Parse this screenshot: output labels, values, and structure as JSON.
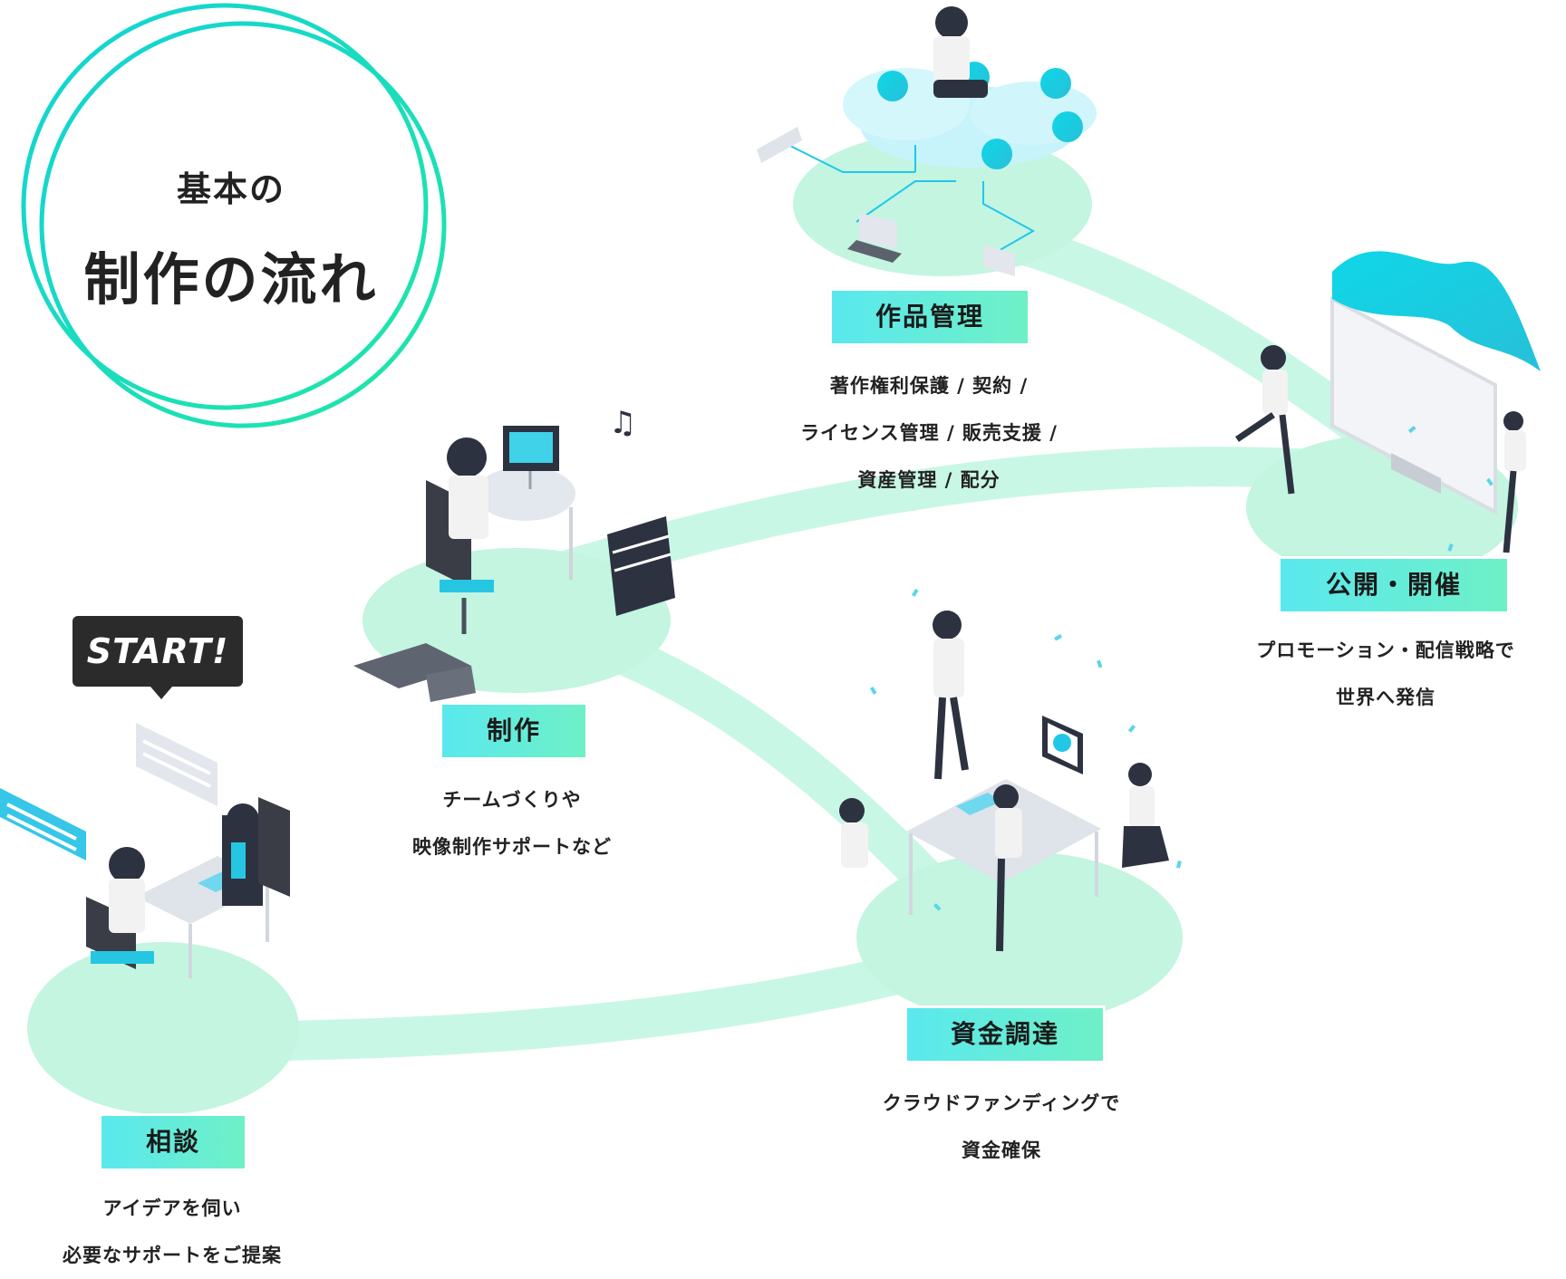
{
  "title": {
    "sub": "基本の",
    "main": "制作の流れ"
  },
  "start_badge": "START!",
  "steps": [
    {
      "id": "consult",
      "label": "相談",
      "desc": [
        "アイデアを伺い",
        "必要なサポートをご提案"
      ]
    },
    {
      "id": "production",
      "label": "制作",
      "desc": [
        "チームづくりや",
        "映像制作サポートなど"
      ]
    },
    {
      "id": "management",
      "label": "作品管理",
      "desc": [
        "著作権利保護 / 契約 /",
        "ライセンス管理 / 販売支援 /",
        "資産管理 / 配分"
      ]
    },
    {
      "id": "release",
      "label": "公開・開催",
      "desc": [
        "プロモーション・配信戦略で",
        "世界へ発信"
      ]
    },
    {
      "id": "funding",
      "label": "資金調達",
      "desc": [
        "クラウドファンディングで",
        "資金確保"
      ]
    }
  ],
  "colors": {
    "ring_start": "#12d3d6",
    "ring_end": "#20e6a6",
    "path": "#c9f7e6",
    "platform": "#b9f3dc",
    "label_start": "#5ae8ee",
    "label_end": "#6ef0c6",
    "accent": "#22c7e8"
  }
}
